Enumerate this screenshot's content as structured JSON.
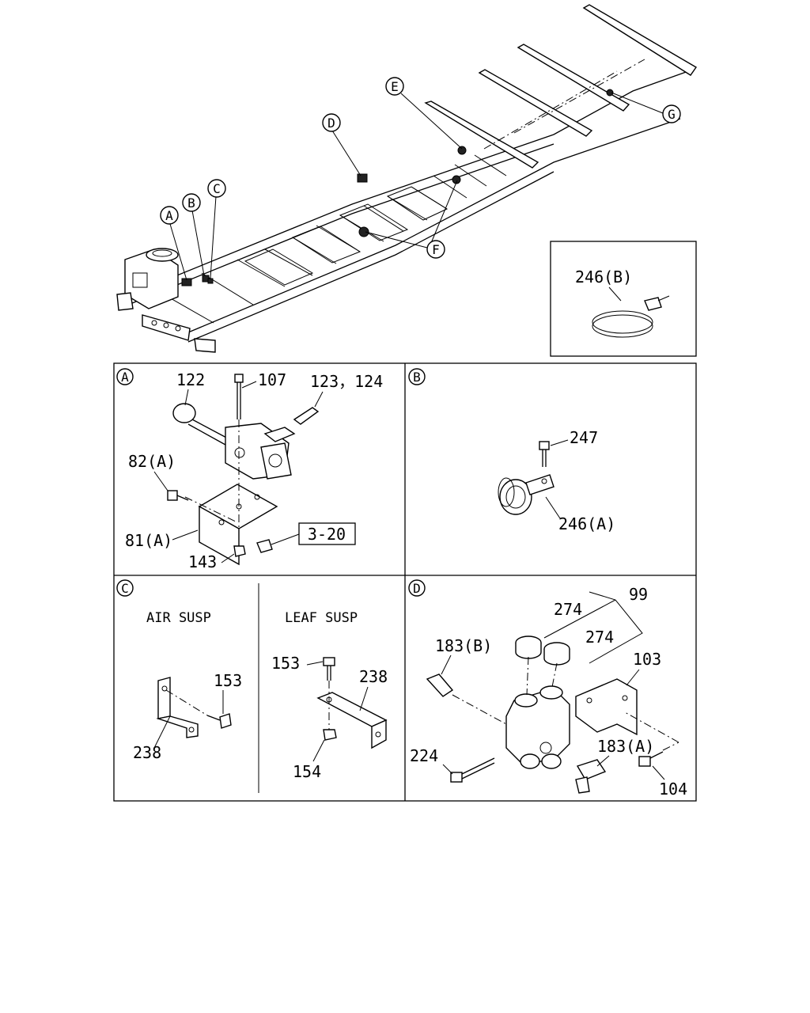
{
  "callouts": {
    "A": "A",
    "B": "B",
    "C": "C",
    "D": "D",
    "E": "E",
    "F": "F",
    "G": "G"
  },
  "overview": {
    "inset_label": "246(B)"
  },
  "panel_a": {
    "tag": "A",
    "labels": {
      "p122": "122",
      "p107": "107",
      "p123_124": "123，124",
      "p82a": "82(A)",
      "p81a": "81(A)",
      "p143": "143",
      "ref": "3-20"
    }
  },
  "panel_b": {
    "tag": "B",
    "labels": {
      "p247": "247",
      "p246a": "246(A)"
    }
  },
  "panel_c": {
    "tag": "C",
    "air_title": "AIR SUSP",
    "leaf_title": "LEAF SUSP",
    "labels": {
      "air_153": "153",
      "air_238": "238",
      "leaf_153": "153",
      "leaf_238": "238",
      "leaf_154": "154"
    }
  },
  "panel_d": {
    "tag": "D",
    "labels": {
      "p99": "99",
      "p274a": "274",
      "p274b": "274",
      "p103": "103",
      "p183b": "183(B)",
      "p224": "224",
      "p183a": "183(A)",
      "p104": "104"
    }
  }
}
